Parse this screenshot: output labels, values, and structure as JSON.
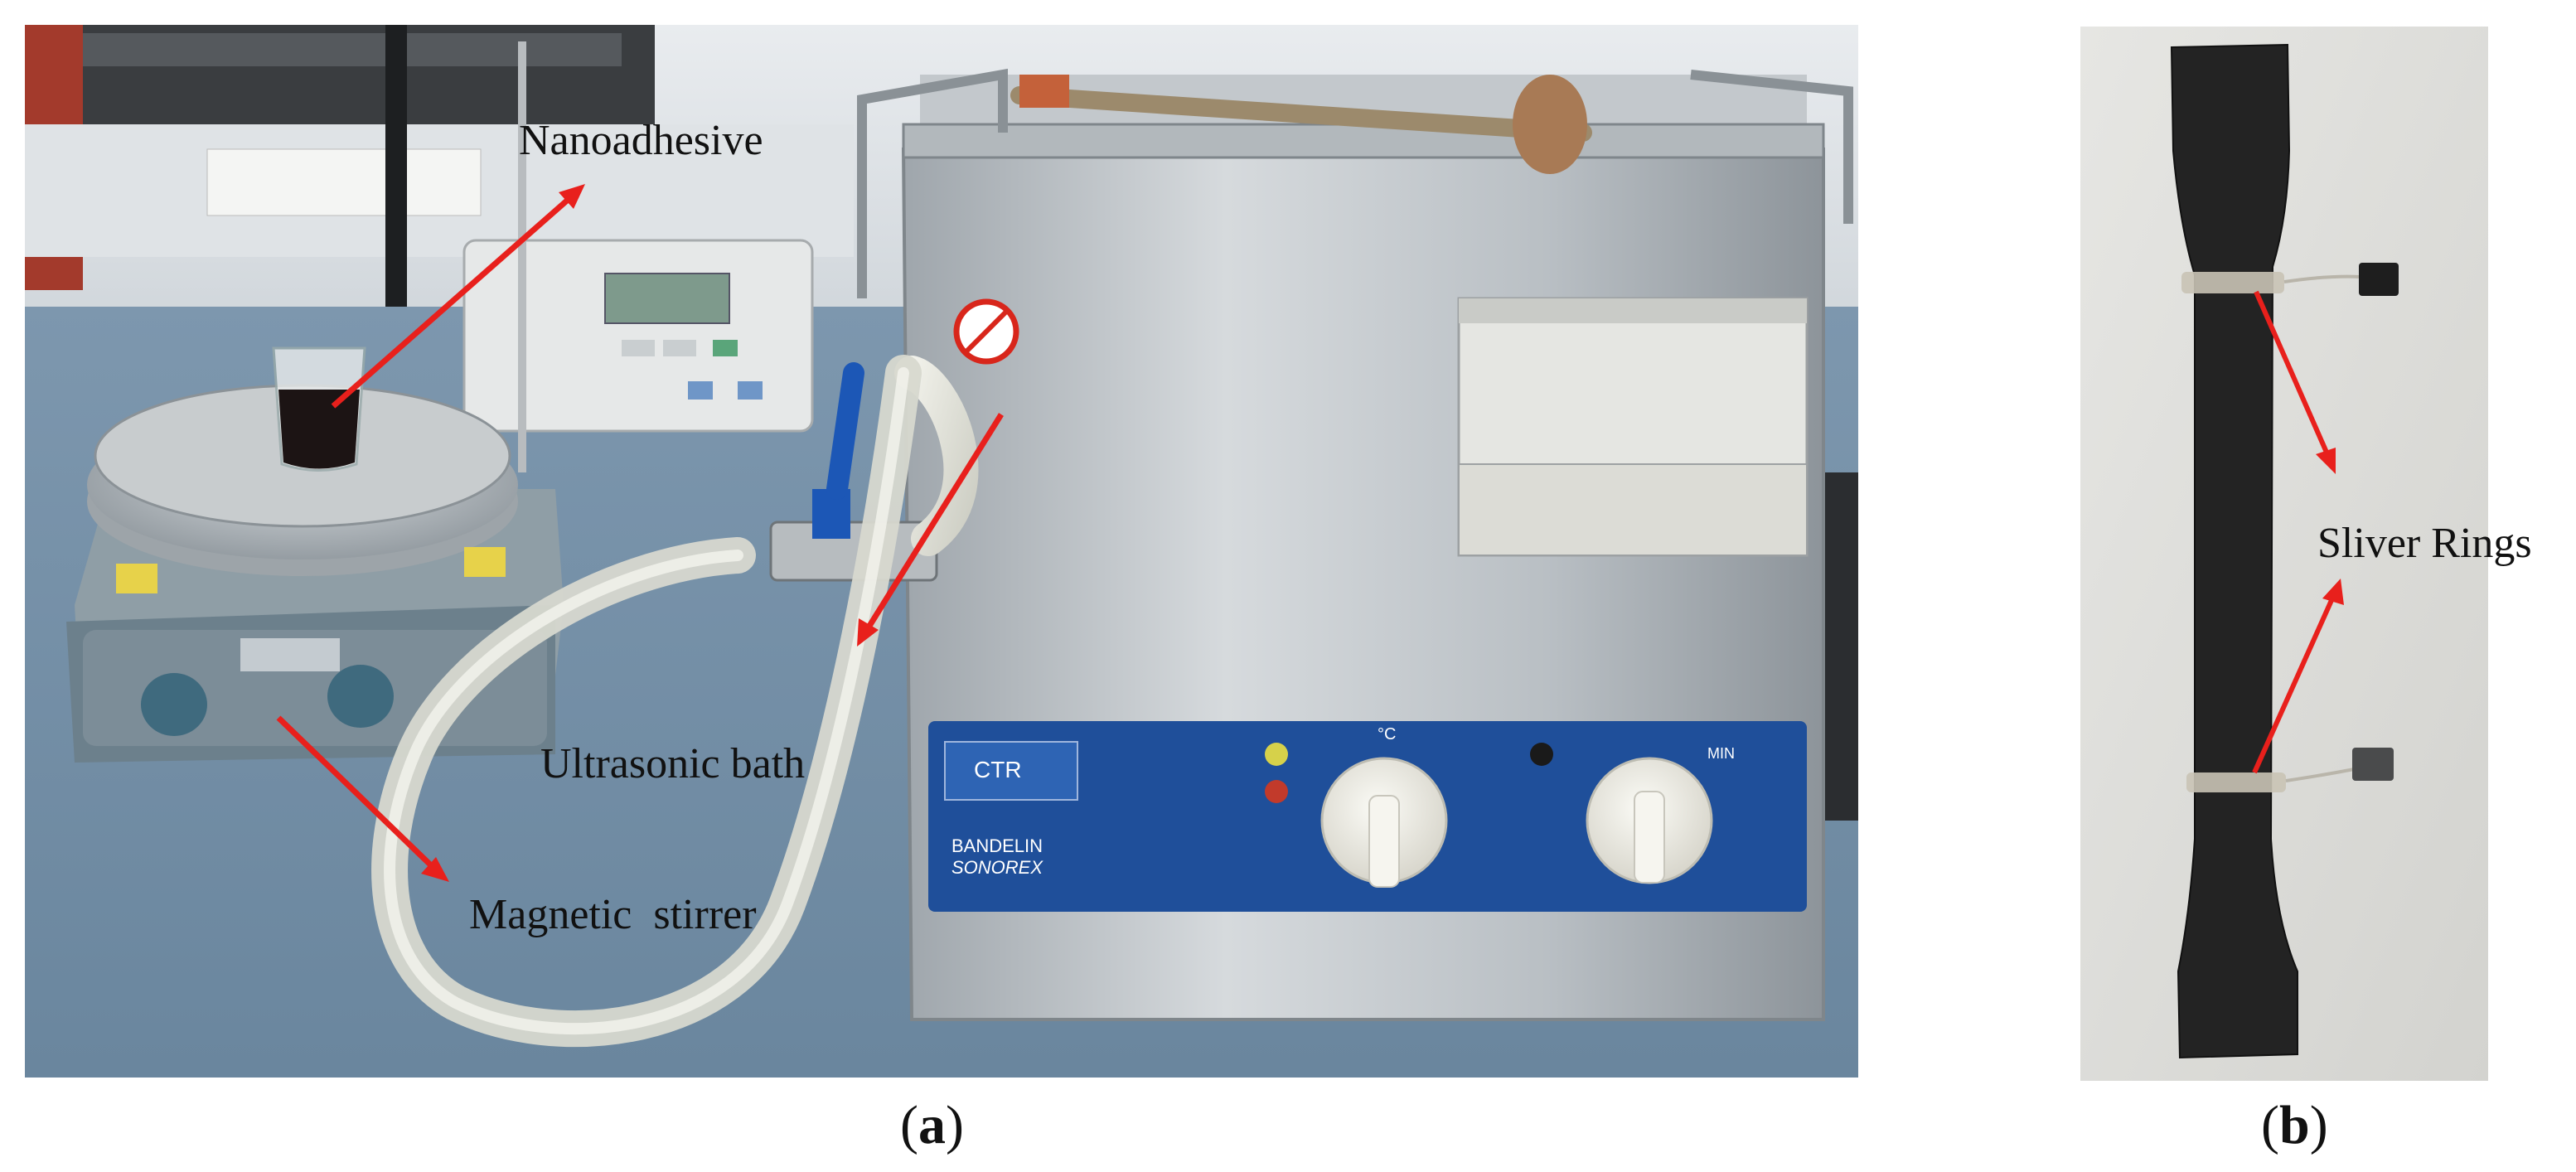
{
  "panel_a": {
    "label_open": "(",
    "label_letter": "a",
    "label_close": ")",
    "callouts": {
      "nanoadhesive": "Nanoadhesive",
      "ultrasonic_bath": "Ultrasonic bath",
      "magnetic_stirrer": "Magnetic  stirrer"
    },
    "bath_panel": {
      "model": "CTR",
      "brand_1": "BANDELIN",
      "brand_2": "SONOREX",
      "temp_unit": "°C",
      "time_unit": "MIN"
    }
  },
  "panel_b": {
    "label_open": "(",
    "label_letter": "b",
    "label_close": ")",
    "callouts": {
      "sliver_rings": "Sliver Rings"
    }
  },
  "colors": {
    "arrow": "#e8201c",
    "bath_blue": "#1f4f9a",
    "specimen": "#222222"
  }
}
